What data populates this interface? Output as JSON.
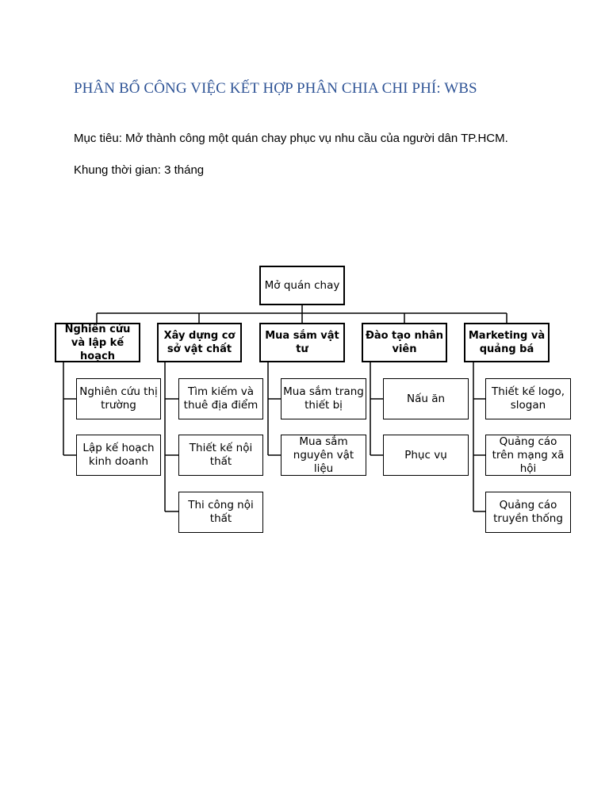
{
  "header": {
    "title": "PHÂN BỔ CÔNG VIỆC KẾT HỢP PHÂN CHIA CHI PHÍ: WBS",
    "goal": "Mục tiêu: Mở thành công một quán chay phục vụ nhu cầu của người dân TP.HCM.",
    "timeframe": "Khung thời gian: 3 tháng"
  },
  "wbs": {
    "root": "Mở quán chay",
    "branches": [
      {
        "label": "Nghiên cứu và lập kế hoạch",
        "children": [
          "Nghiên cứu thị trường",
          "Lập kế hoạch kinh doanh"
        ]
      },
      {
        "label": "Xây dựng cơ sở vật chất",
        "children": [
          "Tìm kiếm và thuê địa điểm",
          "Thiết kế nội thất",
          "Thi công nội thất"
        ]
      },
      {
        "label": "Mua sắm vật tư",
        "children": [
          "Mua sắm trang thiết bị",
          "Mua sắm nguyên vật liệu"
        ]
      },
      {
        "label": "Đào tạo nhân viên",
        "children": [
          "Nấu ăn",
          "Phục vụ"
        ]
      },
      {
        "label": "Marketing và quảng bá",
        "children": [
          "Thiết kế logo, slogan",
          "Quảng cáo trên mạng xã hội",
          "Quảng cáo truyền thống"
        ]
      }
    ]
  }
}
